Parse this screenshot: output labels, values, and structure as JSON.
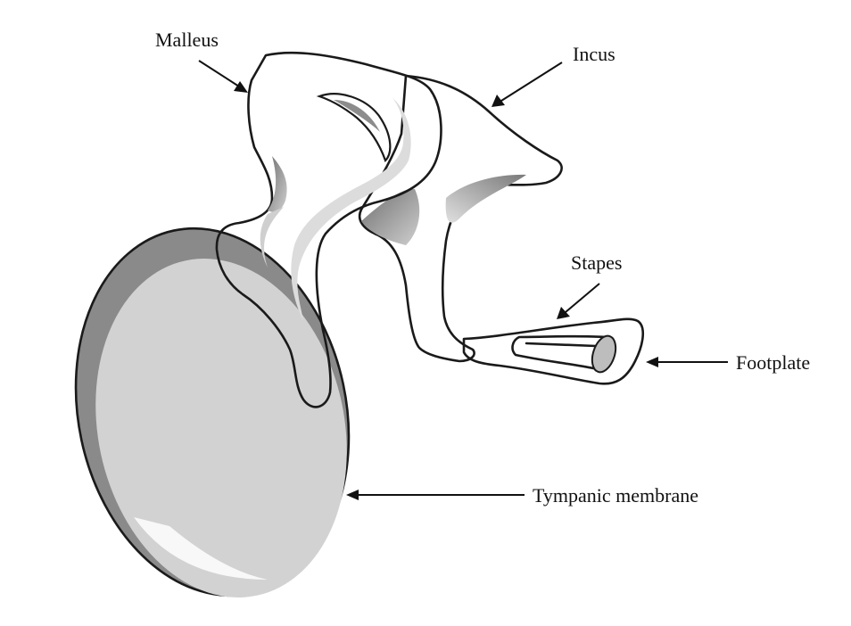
{
  "labels": {
    "malleus": "Malleus",
    "incus": "Incus",
    "stapes": "Stapes",
    "footplate": "Footplate",
    "tympanic_membrane": "Tympanic membrane"
  },
  "colors": {
    "outline": "#1a1a1a",
    "membrane_fill": "#d2d2d2",
    "membrane_rim": "#8a8a8a",
    "bone_fill": "#ffffff",
    "bone_shade_light": "#d6d6d6",
    "bone_shade_dark": "#8c8c8c"
  }
}
